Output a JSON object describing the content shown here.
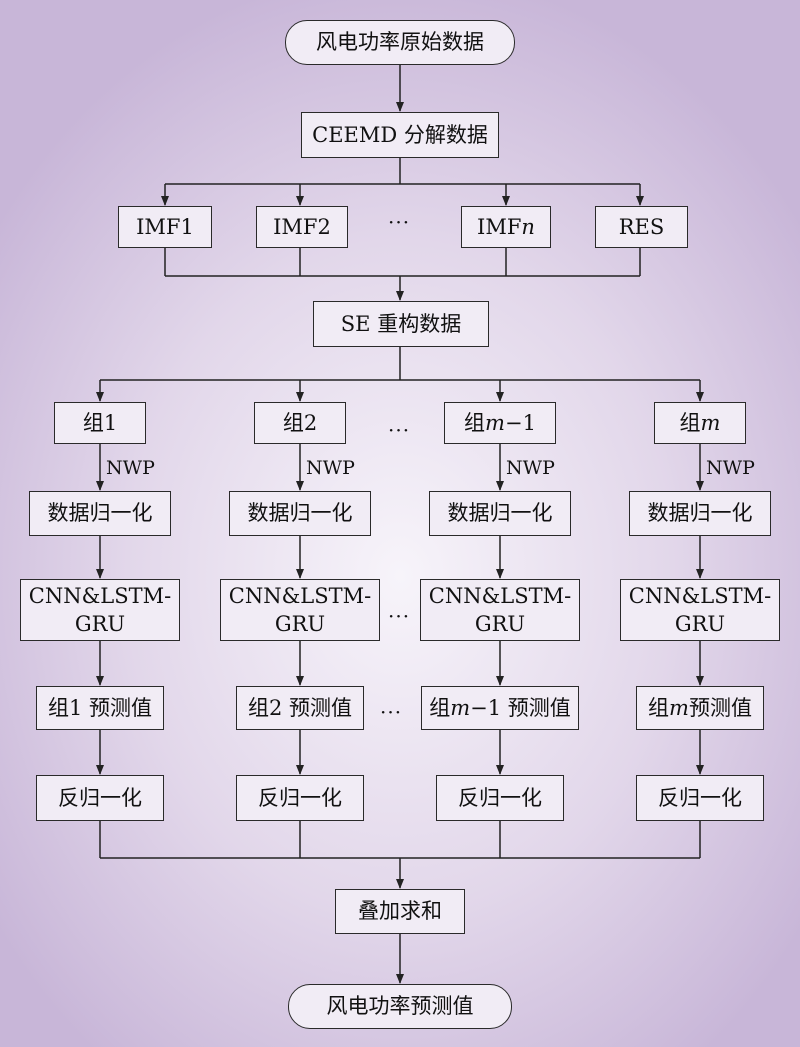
{
  "nodes": {
    "start": "风电功率原始数据",
    "ceemd": "CEEMD 分解数据",
    "imf1": "IMF1",
    "imf2": "IMF2",
    "imfn_prefix": "IMF",
    "imfn_var": "n",
    "res": "RES",
    "se": "SE 重构数据",
    "sum": "叠加求和",
    "end": "风电功率预测值"
  },
  "ellipsis": "···",
  "groups": [
    {
      "prefix": "组 ",
      "var": "",
      "suffix": "1",
      "pred_prefix": "组 ",
      "pred_var": "",
      "pred_suffix": "1 预测值"
    },
    {
      "prefix": "组 ",
      "var": "",
      "suffix": "2",
      "pred_prefix": "组 ",
      "pred_var": "",
      "pred_suffix": "2 预测值"
    },
    {
      "prefix": "组 ",
      "var": "m",
      "suffix": "−1",
      "pred_prefix": "组 ",
      "pred_var": "m",
      "pred_suffix": "−1 预测值"
    },
    {
      "prefix": "组 ",
      "var": "m",
      "suffix": "",
      "pred_prefix": "组 ",
      "pred_var": "m",
      "pred_suffix": " 预测值"
    }
  ],
  "steps": {
    "nwp": "NWP",
    "normalize": "数据归一化",
    "model_line1": "CNN&LSTM-",
    "model_line2": "GRU",
    "denormalize": "反归一化"
  }
}
